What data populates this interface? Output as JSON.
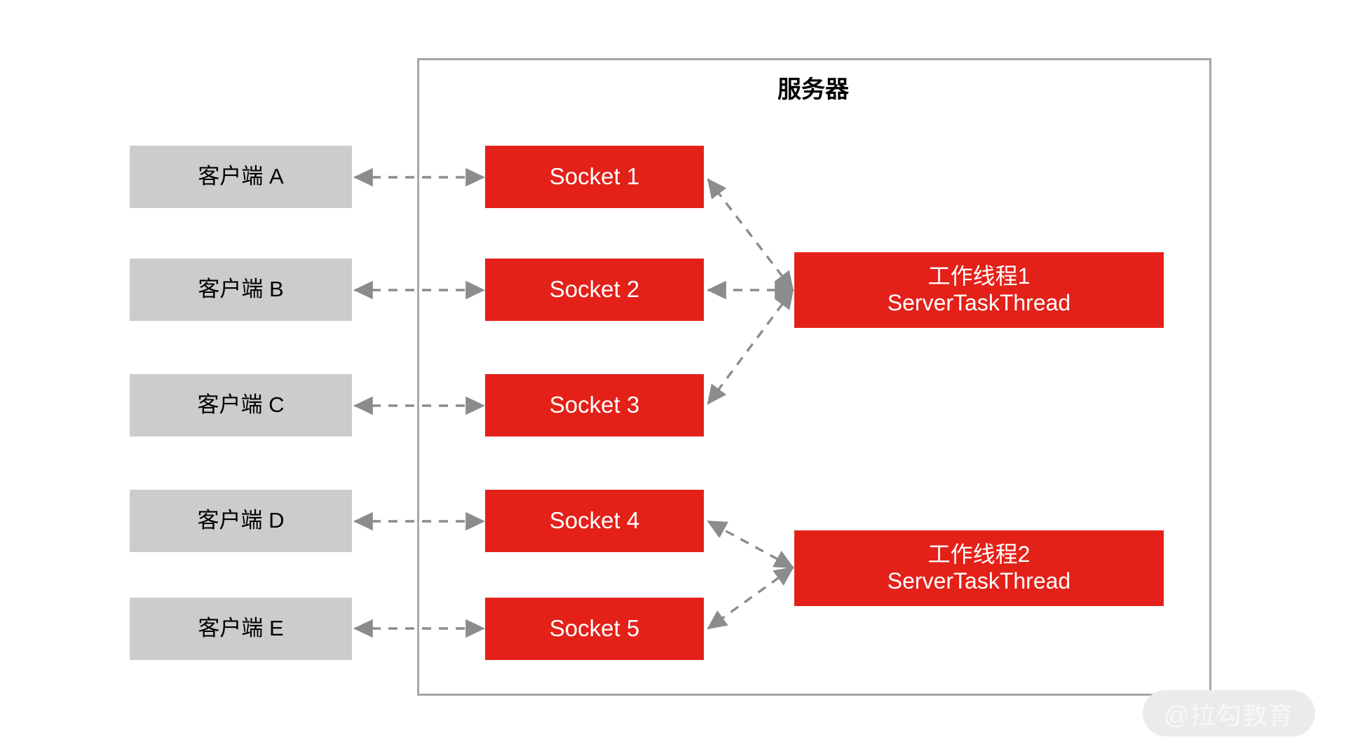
{
  "diagram": {
    "title": "服务器",
    "watermark": "@拉勾教育",
    "colors": {
      "accent_red": "#e32119",
      "client_gray": "#cccccc",
      "frame_gray": "#a6a6a6",
      "arrow_gray": "#8c8c8c",
      "text_light": "#ffffff",
      "text_dark": "#000000",
      "background": "#ffffff"
    },
    "clients": [
      {
        "label": "客户端 A"
      },
      {
        "label": "客户端 B"
      },
      {
        "label": "客户端 C"
      },
      {
        "label": "客户端 D"
      },
      {
        "label": "客户端 E"
      }
    ],
    "sockets": [
      {
        "label": "Socket 1"
      },
      {
        "label": "Socket 2"
      },
      {
        "label": "Socket 3"
      },
      {
        "label": "Socket 4"
      },
      {
        "label": "Socket 5"
      }
    ],
    "workers": [
      {
        "line1": "工作线程1",
        "line2": "ServerTaskThread"
      },
      {
        "line2": "ServerTaskThread",
        "line1": "工作线程2"
      }
    ],
    "connections": [
      {
        "from": "客户端 A",
        "to": "Socket 1",
        "style": "dashed",
        "direction": "both"
      },
      {
        "from": "客户端 B",
        "to": "Socket 2",
        "style": "dashed",
        "direction": "both"
      },
      {
        "from": "客户端 C",
        "to": "Socket 3",
        "style": "dashed",
        "direction": "both"
      },
      {
        "from": "客户端 D",
        "to": "Socket 4",
        "style": "dashed",
        "direction": "both"
      },
      {
        "from": "客户端 E",
        "to": "Socket 5",
        "style": "dashed",
        "direction": "both"
      },
      {
        "from": "工作线程1",
        "to": "Socket 1",
        "style": "dashed",
        "direction": "both"
      },
      {
        "from": "工作线程1",
        "to": "Socket 2",
        "style": "dashed",
        "direction": "both"
      },
      {
        "from": "工作线程1",
        "to": "Socket 3",
        "style": "dashed",
        "direction": "both"
      },
      {
        "from": "工作线程2",
        "to": "Socket 4",
        "style": "dashed",
        "direction": "both"
      },
      {
        "from": "工作线程2",
        "to": "Socket 5",
        "style": "dashed",
        "direction": "both"
      }
    ]
  }
}
